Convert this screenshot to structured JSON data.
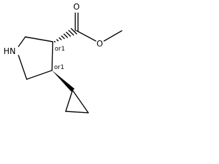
{
  "molecule": {
    "atoms": {
      "n_ring": "HN",
      "o_carbonyl": "O",
      "o_ester": "O"
    },
    "stereo": {
      "c3": "or1",
      "c4": "or1"
    }
  },
  "colors": {
    "ink": "#000000",
    "background": "#ffffff"
  }
}
